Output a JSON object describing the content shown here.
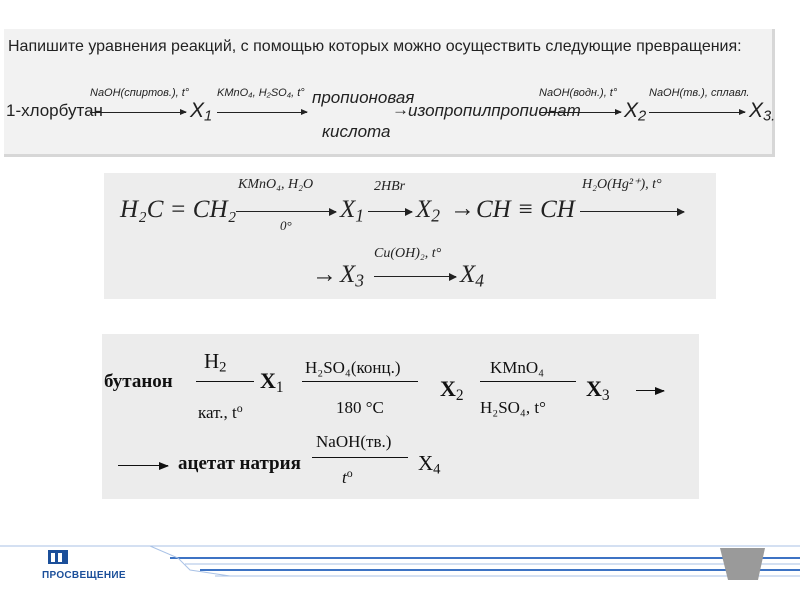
{
  "panel1": {
    "header": "Напишите уравнения реакций, с помощью которых можно осуществить следующие превращения:",
    "start": "1-хлорбутан",
    "arrow1_label": "NaOH(спиртов.), t°",
    "x1": "X",
    "x1_sub": "1",
    "arrow2_label": "KMnO₄, H₂SO₄, t°",
    "product_line1": "пропионовая",
    "product_line2": "кислота",
    "arrow3": "→",
    "ester": "изопропилпропионат",
    "arrow4_label": "NaOH(водн.), t°",
    "x2": "X",
    "x2_sub": "2",
    "arrow5_label": "NaOH(тв.), сплавл.",
    "x3": "X",
    "x3_sub": "3."
  },
  "panel2": {
    "start": "H₂C = CH₂",
    "arrow1_top": "KMnO₄, H₂O",
    "arrow1_bottom": "0°",
    "x1": "X",
    "x1_sub": "1",
    "arrow2_top": "2HBr",
    "x2": "X",
    "x2_sub": "2",
    "arrow3": "→",
    "acetylene": "CH ≡ CH",
    "arrow4_top": "H₂O(Hg²⁺), t°",
    "arrow5": "→",
    "x3": "X",
    "x3_sub": "3",
    "arrow6_top": "Cu(OH)₂, t°",
    "x4": "X",
    "x4_sub": "4"
  },
  "panel3": {
    "start": "бутанон",
    "r1_top": "H",
    "r1_top_sub": "2",
    "r1_bottom": "кат., t",
    "r1_bottom_sup": "o",
    "x1": "X",
    "x1_sub": "1",
    "r2_top": "H₂SO₄(конц.)",
    "r2_bottom": "180 °C",
    "x2": "X",
    "x2_sub": "2",
    "r3_top": "KMnO₄",
    "r3_bottom": "H₂SO₄, t°",
    "x3": "X",
    "x3_sub": "3",
    "acetate": "ацетат натрия",
    "r4_top": "NaOH(тв.)",
    "r4_bottom": "t",
    "r4_bottom_sup": "o",
    "x4": "X",
    "x4_sub": "4"
  },
  "footer": {
    "brand": "ПРОСВЕЩЕНИЕ",
    "colors": {
      "brand_blue": "#1b4f9a",
      "stripe_blue": "#3d73c4",
      "stripe_light": "#a9c2e6",
      "grey_tab": "#9a9a9a"
    }
  }
}
